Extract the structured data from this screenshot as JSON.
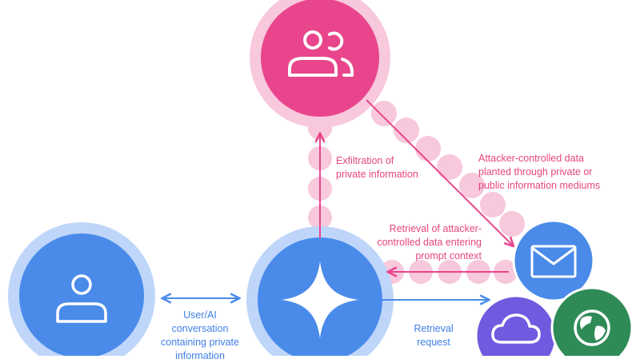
{
  "colors": {
    "pink": "#E8458C",
    "pink_light": "#F8C8DC",
    "pink_text": "#E5457F",
    "blue": "#4A8BEA",
    "blue_light": "#BFD6FA",
    "purple": "#6F5BE0",
    "green": "#2E8B57"
  },
  "nodes": {
    "attacker": {
      "icon": "attacker-group-icon"
    },
    "user": {
      "icon": "user-person-icon"
    },
    "assistant": {
      "icon": "sparkle-star-icon"
    },
    "mail": {
      "icon": "envelope-icon"
    },
    "cloud": {
      "icon": "cloud-icon"
    },
    "web": {
      "icon": "globe-icon"
    }
  },
  "labels": {
    "exfiltration": "Exfiltration of\nprivate information",
    "attacker_data": "Attacker-controlled data\nplanted through private or\npublic information mediums",
    "retrieval_attacker": "Retrieval of attacker-\ncontrolled data entering\nprompt context",
    "conversation": "User/AI\nconversation\ncontaining private\ninformation",
    "retrieval_request": "Retrieval\nrequest"
  }
}
